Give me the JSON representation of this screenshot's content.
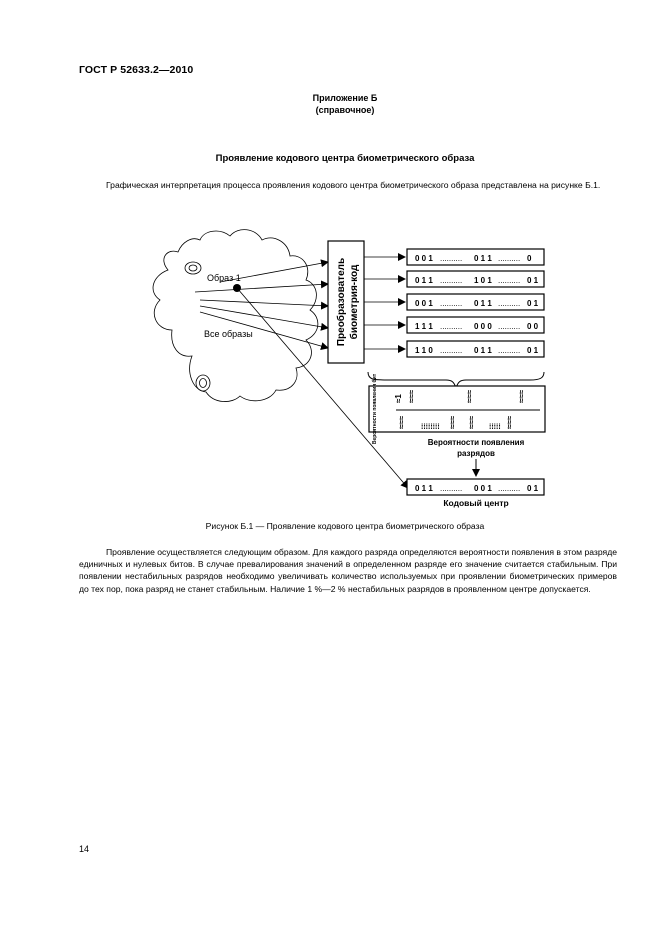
{
  "header": {
    "doc_id": "ГОСТ Р 52633.2—2010"
  },
  "annex": {
    "title": "Приложение Б",
    "note": "(справочное)"
  },
  "section_title": "Проявление кодового центра биометрического образа",
  "intro_paragraph": "Графическая интерпретация процесса проявления кодового центра биометрического образа представлена на рисунке Б.1.",
  "figure": {
    "cloud_label_image": "Образ 1",
    "cloud_label_all": "Все образы",
    "converter_line1": "Преобразователь",
    "converter_line2": "биометрия-код",
    "codes": [
      {
        "a": "0 0 1",
        "b": "0 1 1",
        "c": "0"
      },
      {
        "a": "0 1 1",
        "b": "1 0 1",
        "c": "0 1"
      },
      {
        "a": "0 0 1",
        "b": "0 1 1",
        "c": "0 1"
      },
      {
        "a": "1 1 1",
        "b": "0 0 0",
        "c": "0 0"
      },
      {
        "a": "1 1 0",
        "b": "0 1 1",
        "c": "0 1"
      }
    ],
    "probability_side_label": "Вероятности появления бит",
    "probability_caption_line1": "Вероятности появления",
    "probability_caption_line2": "разрядов",
    "code_center": {
      "a": "0 1 1",
      "b": "0 0 1",
      "c": "0 1"
    },
    "code_center_label": "Кодовый центр"
  },
  "caption": "Рисунок Б.1 — Проявление кодового центра биометрического образа",
  "body_paragraph": "Проявление осуществляется следующим образом. Для каждого разряда определяются вероятности появления в этом разряде единичных и нулевых битов. В случае превалирования значений в определенном разряде его значение считается стабильным. При появлении нестабильных разрядов необходимо увеличивать количество используемых при проявлении биометрических примеров до тех пор, пока разряд не станет стабильным. Наличие 1 %—2 % нестабильных разрядов в проявленном центре допускается.",
  "footer": {
    "page_number": "14"
  }
}
